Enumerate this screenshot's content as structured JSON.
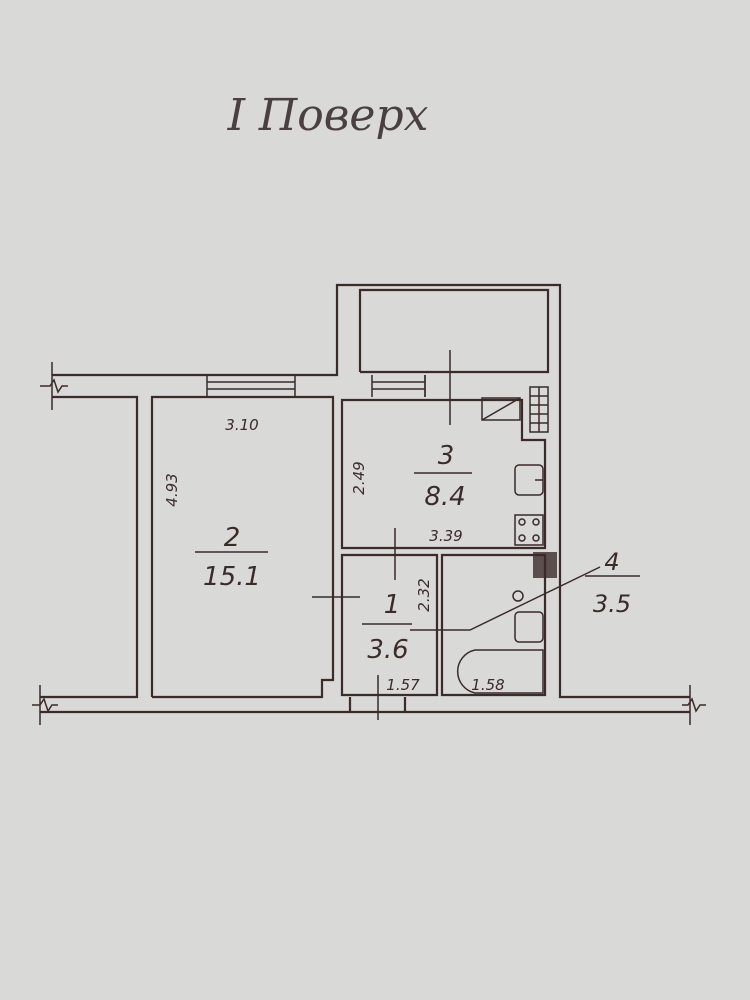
{
  "title": "I Поверх",
  "rooms": [
    {
      "number": "1",
      "area": "3.6"
    },
    {
      "number": "2",
      "area": "15.1"
    },
    {
      "number": "3",
      "area": "8.4"
    },
    {
      "number": "4",
      "area": "3.5"
    }
  ],
  "dimensions": {
    "room2_width": "3.10",
    "room2_length": "4.93",
    "kitchen_length": "2.49",
    "kitchen_width": "3.39",
    "hall_length": "2.32",
    "hall_width": "1.57",
    "bath_width": "1.58"
  },
  "colors": {
    "line": "#3b2b29",
    "paper": "#d9d9d7"
  }
}
